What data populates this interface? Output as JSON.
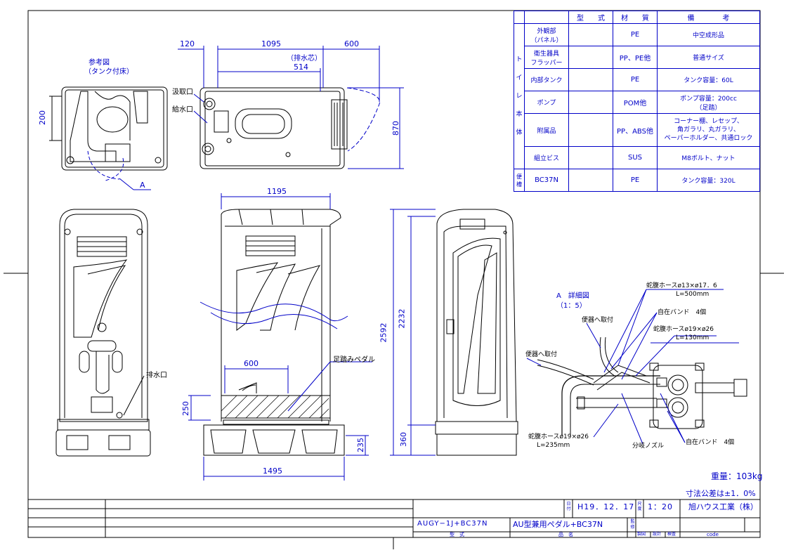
{
  "reference_view": {
    "title": "参考図",
    "subtitle": "（タンク付床）",
    "dim_200": "200",
    "callout_a": "A"
  },
  "top_view": {
    "dim_120": "120",
    "dim_1095": "1095",
    "dim_600": "600",
    "drain_center_label": "（排水芯）",
    "dim_514": "514",
    "dim_870": "870",
    "suction_port": "汲取口",
    "water_supply_port": "給水口"
  },
  "front_view": {
    "drain_port": "排水口"
  },
  "side_view": {
    "dim_1195": "1195",
    "dim_600": "600",
    "dim_250": "250",
    "dim_235": "235",
    "dim_1495": "1495",
    "foot_pedal": "足踏みペダル"
  },
  "right_view": {
    "dim_2592": "2592",
    "dim_2232": "2232",
    "dim_360": "360"
  },
  "detail_view": {
    "title": "A　詳細図",
    "scale": "（1：5）",
    "hose1_line1": "蛇腹ホースø13×ø17．6",
    "hose1_line2": "L=500mm",
    "band1": "自在バンド　4個",
    "hose2_line1": "蛇腹ホースø19×ø26",
    "hose2_line2": "L=130mm",
    "to_toilet_1": "便器へ取付",
    "to_toilet_2": "便器へ取付",
    "hose3_line1": "蛇腹ホースø19×ø26",
    "hose3_line2": "L=235mm",
    "branch_nozzle": "分岐ノズル",
    "band2": "自在バンド　4個"
  },
  "spec_table": {
    "headers": [
      "",
      "",
      "型　　式",
      "材　　質",
      "備　　　　考"
    ],
    "group_toilet": [
      "ト",
      "イ",
      "レ",
      "本",
      "体"
    ],
    "group_toilet_bowl": [
      "便",
      "槽"
    ],
    "rows": [
      {
        "part": "外観部\n（パネル）",
        "model": "",
        "material": "PE",
        "note": "中空成形品"
      },
      {
        "part": "衛生器具\nフラッパー",
        "model": "",
        "material": "PP、PE他",
        "note": "普通サイズ"
      },
      {
        "part": "内部タンク",
        "model": "",
        "material": "PE",
        "note": "タンク容量：60L"
      },
      {
        "part": "ポンプ",
        "model": "",
        "material": "POM他",
        "note": "ポンプ容量：200cc\n（足踏）"
      },
      {
        "part": "附属品",
        "model": "",
        "material": "PP、ABS他",
        "note": "コーナー棚、レセップ、\n角ガラリ、丸ガラリ、\nペーパーホルダー、共通ロック"
      },
      {
        "part": "組立ビス",
        "model": "",
        "material": "SUS",
        "note": "M8ボルト、ナット"
      },
      {
        "part": "BC37N",
        "model": "",
        "material": "PE",
        "note": "タンク容量：320L"
      }
    ]
  },
  "weight": "重量：103kg",
  "tolerance": "寸法公差は±1．0%",
  "title_block": {
    "date_label": "日付",
    "date": "H19．12．17",
    "scale_label": "尺度",
    "scale": "1：20",
    "company": "旭ハウス工業（株）",
    "model": "AUGY−1J+BC37N",
    "name": "AU型兼用ペダル+BC37N",
    "approve_label": "監修",
    "model_label": "型　式",
    "name_label": "品　名",
    "drafting": "製図",
    "design": "設計",
    "check": "検査",
    "code": "code"
  }
}
